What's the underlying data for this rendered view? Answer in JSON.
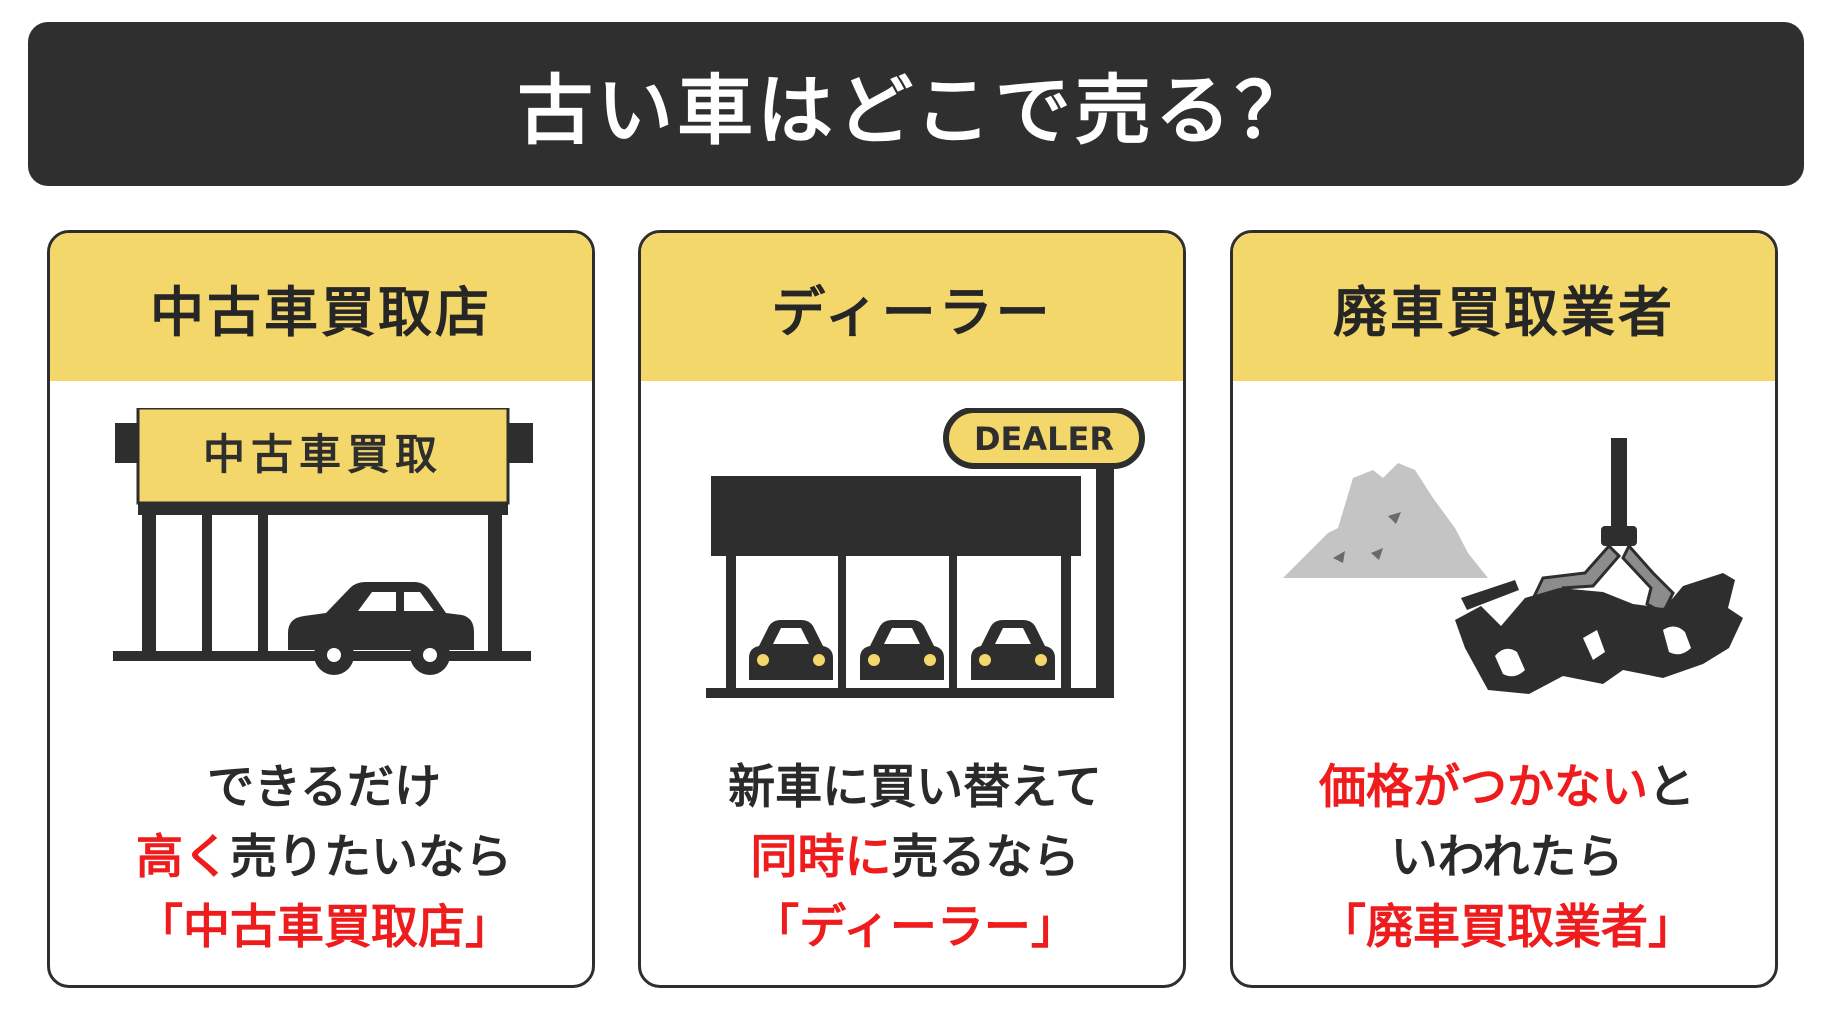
{
  "title": "古い車はどこで売る？",
  "colors": {
    "banner": "#2f2f2f",
    "card_header": "#f3d76b",
    "accent_red": "#ee1c1c",
    "ink": "#262626"
  },
  "cards": [
    {
      "heading": "中古車買取店",
      "icon": "used-car-shop-icon",
      "sign_text": "中古車買取",
      "lines": [
        [
          {
            "text": "できるだけ",
            "red": false
          }
        ],
        [
          {
            "text": "高く",
            "red": true
          },
          {
            "text": "売りたいなら",
            "red": false
          }
        ],
        [
          {
            "text": "「中古車買取店」",
            "red": true
          }
        ]
      ]
    },
    {
      "heading": "ディーラー",
      "icon": "car-dealer-icon",
      "sign_text": "DEALER",
      "lines": [
        [
          {
            "text": "新車に買い替えて",
            "red": false
          }
        ],
        [
          {
            "text": "同時に",
            "red": true
          },
          {
            "text": "売るなら",
            "red": false
          }
        ],
        [
          {
            "text": "「ディーラー」",
            "red": true
          }
        ]
      ]
    },
    {
      "heading": "廃車買取業者",
      "icon": "scrap-car-crane-icon",
      "lines": [
        [
          {
            "text": "価格がつかない",
            "red": true
          },
          {
            "text": "と",
            "red": false
          }
        ],
        [
          {
            "text": "いわれたら",
            "red": false
          }
        ],
        [
          {
            "text": "「廃車買取業者」",
            "red": true
          }
        ]
      ]
    }
  ]
}
